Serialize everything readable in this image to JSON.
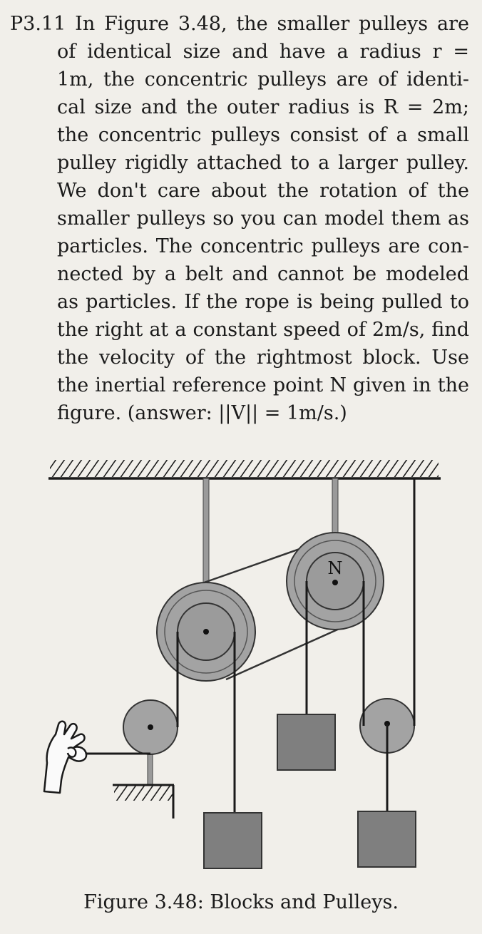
{
  "problem": {
    "lines": [
      "P3.11 In Figure 3.48, the smaller pulleys are",
      "of identical size and have a radius r =",
      "1m, the concentric pulleys are of identi-",
      "cal size and the outer radius is R = 2m;",
      "the concentric pulleys consist of a small",
      "pulley rigidly attached to a larger pulley.",
      "We don't care about the rotation of the",
      "smaller pulleys so you can model them as",
      "particles. The concentric pulleys are con-",
      "nected by a belt and cannot be modeled",
      "as particles. If the rope is being pulled to",
      "the right at a constant speed of 2m/s, find",
      "the velocity of the rightmost block. Use",
      "the inertial reference point N given in the",
      "figure. (answer: ||V|| = 1m/s.)"
    ]
  },
  "figure": {
    "point_label": "N",
    "caption": "Figure 3.48: Blocks and Pulleys."
  }
}
